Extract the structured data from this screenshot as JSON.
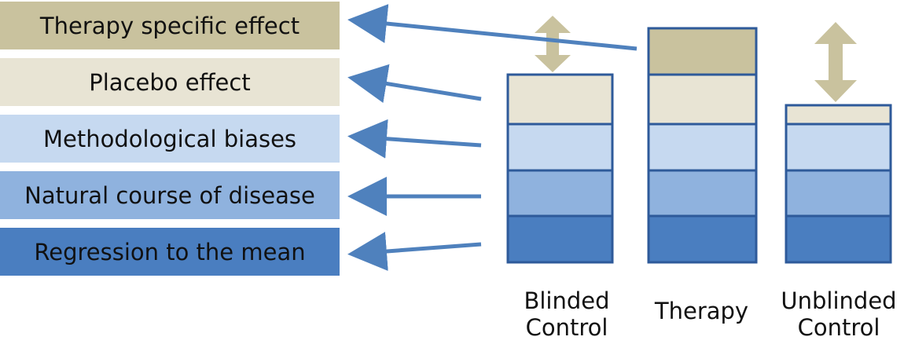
{
  "legend": [
    {
      "label": "Therapy specific effect",
      "color": "#c9c29e"
    },
    {
      "label": "Placebo effect",
      "color": "#e8e4d4"
    },
    {
      "label": "Methodological biases",
      "color": "#c6d9f0"
    },
    {
      "label": "Natural course of disease",
      "color": "#8fb2de"
    },
    {
      "label": "Regression to the mean",
      "color": "#4a7ec0"
    }
  ],
  "columns": [
    {
      "label_line1": "Blinded",
      "label_line2": "Control"
    },
    {
      "label_line1": "Therapy",
      "label_line2": ""
    },
    {
      "label_line1": "Unblinded",
      "label_line2": "Control"
    }
  ],
  "colors": {
    "arrow": "#4f81bd",
    "difference_arrow": "#c9c29e",
    "bar_border": "#2e5a9a"
  }
}
